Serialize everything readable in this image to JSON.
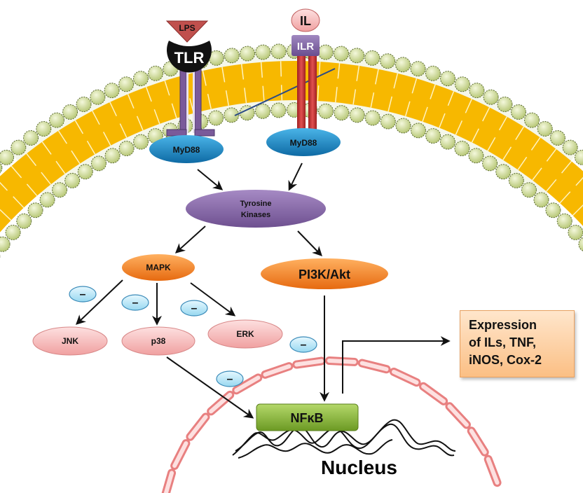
{
  "labels": {
    "lps": "LPS",
    "tlr": "TLR",
    "il": "IL",
    "ilr": "ILR",
    "myd88_left": "MyD88",
    "myd88_right": "MyD88",
    "tyrosine_line1": "Tyrosine",
    "tyrosine_line2": "Kinases",
    "mapk": "MAPK",
    "pi3k": "PI3K/Akt",
    "jnk": "JNK",
    "p38": "p38",
    "erk": "ERK",
    "nfkb": "NFκB",
    "nucleus": "Nucleus"
  },
  "expression": {
    "line1": "Expression",
    "line2": "of ILs, TNF,",
    "line3": "iNOS, Cox-2"
  },
  "inhibitor_symbol": "–",
  "colors": {
    "membrane_head": "#d8e6a0",
    "membrane_tail": "#f5b400",
    "myd88": "#1e8cc8",
    "tyrosine": "#8a6aaa",
    "mapk": "#f0821e",
    "pathway_node": "#f6b8b8",
    "nfkb": "#8cb43c",
    "tlr_body": "#111111",
    "lps": "#c0504d",
    "ilr": "#8064a2",
    "ilr_stalk": "#c0302a",
    "inhibitor": "#bfe8f8"
  }
}
